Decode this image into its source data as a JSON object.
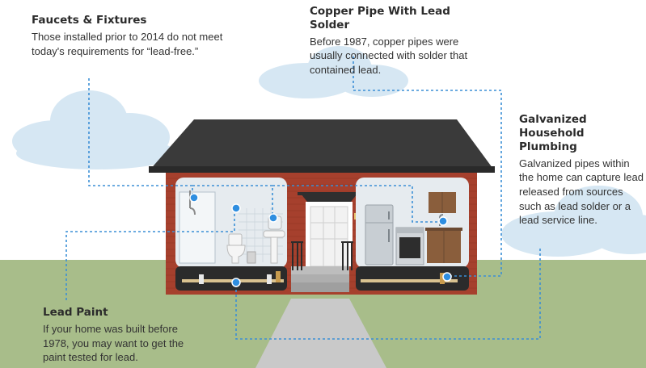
{
  "callouts": {
    "faucets": {
      "title": "Faucets & Fixtures",
      "body": "Those installed prior to 2014 do not meet today's requirements for “lead-free.”"
    },
    "copper": {
      "title": "Copper Pipe With Lead Solder",
      "body": "Before 1987, copper pipes were usually connected with solder that contained lead."
    },
    "galvanized": {
      "title": "Galvanized Household Plumbing",
      "body": "Galvanized pipes within the home can capture lead released from sources such as lead solder or a lead service line."
    },
    "paint": {
      "title": "Lead Paint",
      "body": "If your home was built before 1978, you may want to get the paint tested for lead."
    }
  },
  "colors": {
    "sky_cloud": "#d6e7f3",
    "grass": "#a8bd8a",
    "brick": "#a6402d",
    "roof": "#3a3a3a",
    "callout_line": "#3b8fd6",
    "room_wall": "#e6ebef",
    "basement": "#2b2b2b",
    "path": "#c9c9c9"
  },
  "icons": [
    "bathroom-sink-icon",
    "toilet-icon",
    "shower-head-icon",
    "kitchen-sink-icon",
    "refrigerator-icon",
    "stove-icon",
    "cabinet-icon",
    "pipe-icon",
    "door-icon",
    "window-icon"
  ]
}
